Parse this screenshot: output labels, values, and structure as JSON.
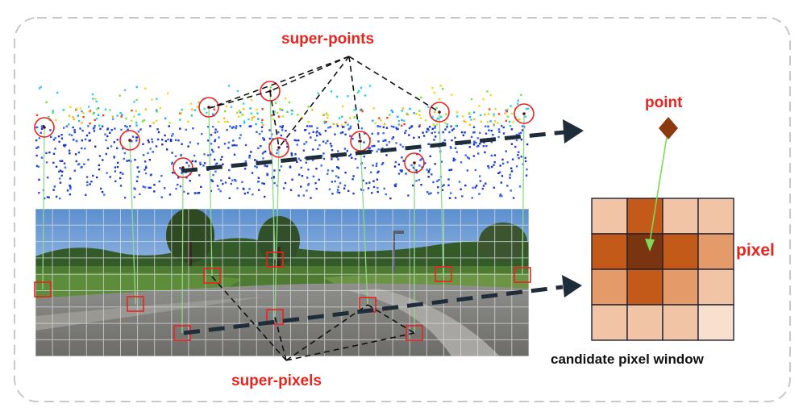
{
  "labels": {
    "super_points": "super-points",
    "super_pixels": "super-pixels",
    "point": "point",
    "pixel": "pixel",
    "candidate_window": "candidate pixel window"
  },
  "colors": {
    "accent_red": "#e8241f",
    "frame_border": "#c8c8c8",
    "dash_dark": "#1f2d3a",
    "point_diamond": "#8a3a0c",
    "arrow_green": "#7ed957",
    "window_center": "#7a3410",
    "window_strong": "#c45a1a",
    "window_medium": "#e59a6a",
    "window_light": "#f2c4a6",
    "window_lightest": "#f8e0cf"
  },
  "icons": {
    "point": "diamond-icon",
    "arrow": "dashed-arrow-icon"
  },
  "candidate_window": {
    "rows": 4,
    "cols": 4,
    "center_cell": [
      1,
      1
    ],
    "shades": [
      [
        "window_light",
        "window_strong",
        "window_light",
        "window_light"
      ],
      [
        "window_strong",
        "window_center",
        "window_strong",
        "window_medium"
      ],
      [
        "window_medium",
        "window_strong",
        "window_medium",
        "window_light"
      ],
      [
        "window_light",
        "window_light",
        "window_light",
        "window_lightest"
      ]
    ]
  }
}
